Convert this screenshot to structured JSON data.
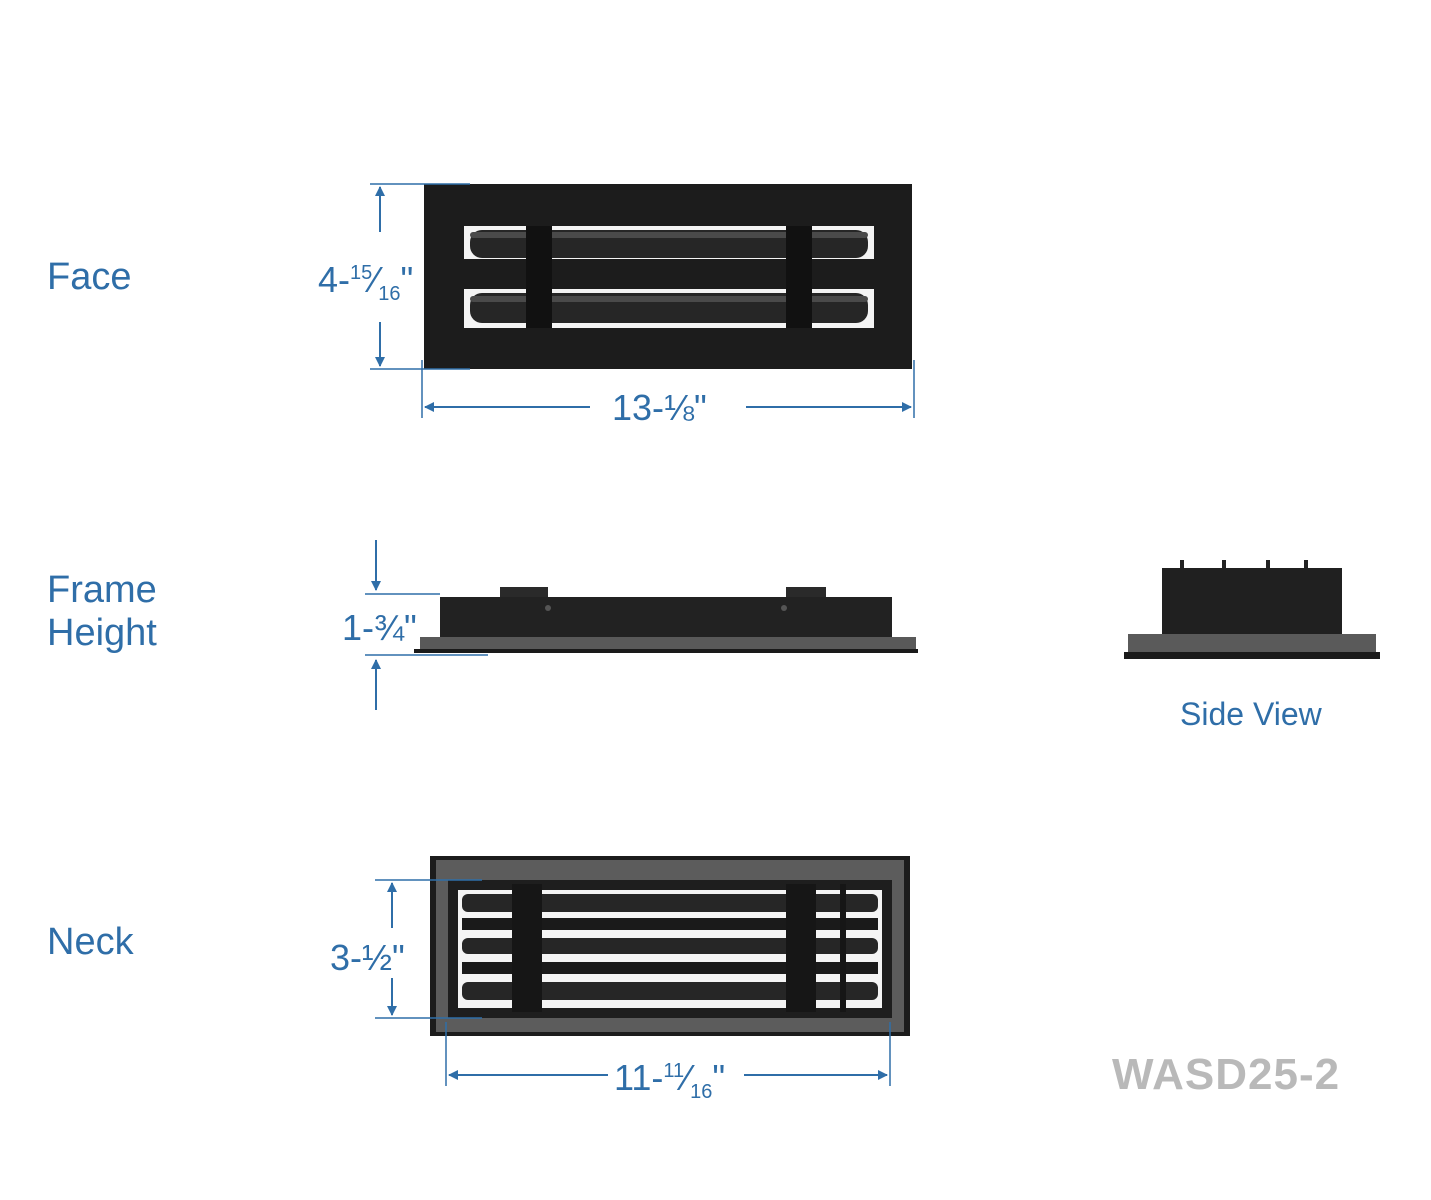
{
  "sections": {
    "face_label": "Face",
    "frame_label_line1": "Frame",
    "frame_label_line2": "Height",
    "neck_label": "Neck"
  },
  "dimensions": {
    "face_height_whole": "4-",
    "face_height_num": "15",
    "face_height_den": "16",
    "face_width": "13-⅛\"",
    "frame_height": "1-¾\"",
    "neck_height": "3-½\"",
    "neck_width_whole": "11-",
    "neck_width_num": "11",
    "neck_width_den": "16"
  },
  "views": {
    "side_view_label": "Side View"
  },
  "product_code": "WASD25-2",
  "colors": {
    "dimension_blue": "#2f6ea8",
    "grille_black": "#1b1b1b",
    "gasket_gray": "#555555",
    "code_gray": "#b9b9b9"
  }
}
